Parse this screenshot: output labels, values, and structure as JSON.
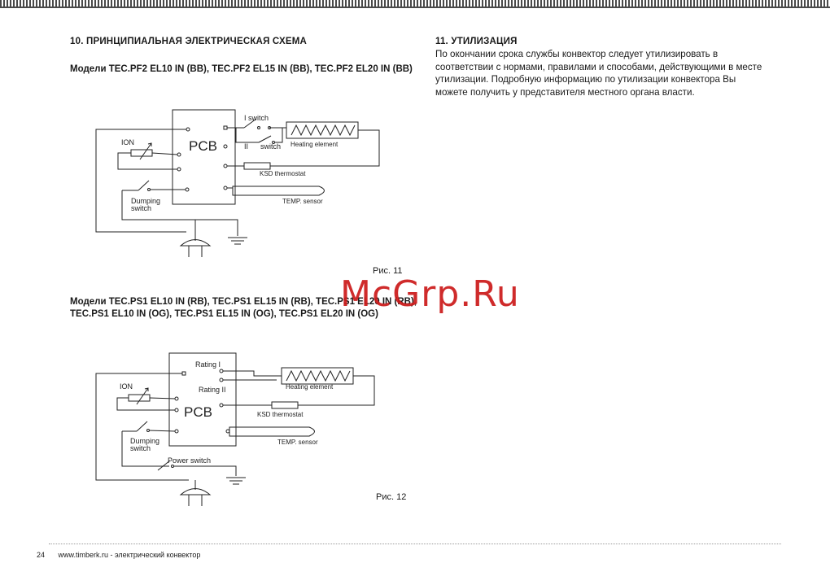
{
  "section10": {
    "title": "10. ПРИНЦИПИАЛЬНАЯ ЭЛЕКТРИЧЕСКАЯ СХЕМА",
    "models_a": "Модели TEC.PF2 EL10 IN (BB), TEC.PF2 EL15 IN (BB), TEC.PF2 EL20 IN (BB)",
    "models_b_line1": "Модели TEC.PS1 EL10 IN (RB), TEC.PS1 EL15 IN (RB), TEC.PS1 EL20 IN (RB),",
    "models_b_line2": "TEC.PS1 EL10 IN (OG), TEC.PS1 EL15 IN (OG), TEC.PS1 EL20 IN (OG)",
    "caption_1": "Рис. 11",
    "caption_2": "Рис. 12"
  },
  "section11": {
    "title": "11. УТИЛИЗАЦИЯ",
    "text": "По окончании срока службы конвектор следует утилизировать в соответствии с нормами, правилами и способами, действующими в месте утилизации. Подробную информацию по утилизации конвектора Вы можете получить у представителя местного органа власти."
  },
  "diagram1": {
    "pcb": "PCB",
    "ion": "ION",
    "switch_1": "I switch",
    "switch_2_num": "II",
    "switch_2_word": "switch",
    "heating": "Heating element",
    "ksd": "KSD thermostat",
    "temp": "TEMP. sensor",
    "dumping_1": "Dumping",
    "dumping_2": "switch"
  },
  "diagram2": {
    "pcb": "PCB",
    "ion": "ION",
    "rating_1": "Rating  I",
    "rating_2": "Rating  II",
    "heating": "Heating element",
    "ksd": "KSD thermostat",
    "temp": "TEMP. sensor",
    "dumping_1": "Dumping",
    "dumping_2": "switch",
    "power": "Power switch"
  },
  "watermark": "McGrp.Ru",
  "footer": {
    "page_number": "24",
    "text": "www.timberk.ru - электрический конвектор"
  }
}
